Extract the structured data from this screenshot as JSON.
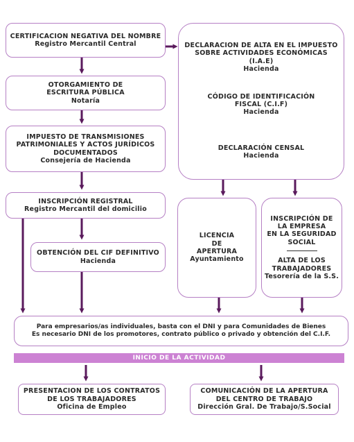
{
  "boxes": {
    "cert": [
      "CERTIFICACION NEGATIVA DEL NOMBRE",
      "Registro Mercantil Central"
    ],
    "escritura": [
      "OTORGAMIENTO DE",
      "ESCRITURA PÚBLICA",
      "Notaría"
    ],
    "impuesto": [
      "IMPUESTO DE TRANSMISIONES",
      "PATRIMONIALES Y ACTOS JURÍDICOS",
      "DOCUMENTADOS",
      "Consejería de Hacienda"
    ],
    "inscripcion": [
      "INSCRIPCIÓN REGISTRAL",
      "Registro Mercantil del domicilio"
    ],
    "cif": [
      "OBTENCIÓN DEL CIF DEFINITIVO",
      "Hacienda"
    ],
    "iae": [
      "DECLARACION DE ALTA EN EL IMPUESTO",
      "SOBRE ACTIVIDADES ECONÓMICAS",
      "(I.A.E)",
      "Hacienda"
    ],
    "codigo": [
      "CÓDIGO DE IDENTIFICACIÓN",
      "FISCAL (C.I.F)",
      "Hacienda"
    ],
    "censal": [
      "DECLARACIÓN CENSAL",
      "Hacienda"
    ],
    "licencia": [
      "LICENCIA",
      "DE",
      "APERTURA",
      "Ayuntamiento"
    ],
    "seguridad": [
      "INSCRIPCIÓN DE",
      "LA EMPRESA",
      "EN LA SEGURIDAD",
      "SOCIAL"
    ],
    "alta": [
      "ALTA DE LOS",
      "TRABAJADORES",
      "Tesorería de la S.S."
    ],
    "empresarios": [
      "Para empresarios/as individuales, basta con el DNI y para Comunidades de Bienes",
      "Es necesario DNI de los promotores, contrato público o privado y obtención del C.I.F."
    ],
    "contratos": [
      "PRESENTACION DE LOS CONTRATOS",
      "DE LOS TRABAJADORES",
      "Oficina de Empleo"
    ],
    "comunicacion": [
      "COMUNICACIÓN DE LA APERTURA",
      "DEL CENTRO DE TRABAJO",
      "Dirección Gral. De Trabajo/S.Social"
    ]
  },
  "inicio": "INICIO DE LA ACTIVIDAD",
  "colors": {
    "border": "#b57fc4",
    "arrow": "#5a1a5c",
    "bar": "#cc82d3"
  }
}
